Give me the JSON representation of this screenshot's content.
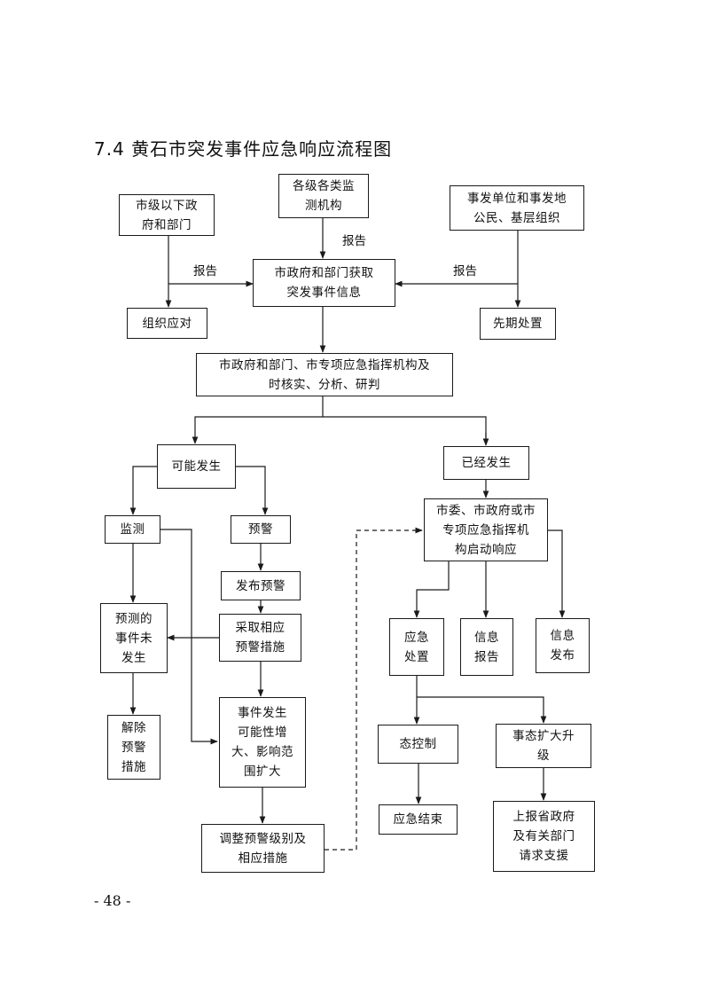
{
  "title": "7.4 黄石市突发事件应急响应流程图",
  "page_number": "- 48 -",
  "nodes": {
    "city_below": [
      "市级以下政",
      "府和部门"
    ],
    "monitor_agencies": [
      "各级各类监",
      "测机构"
    ],
    "incident_units": [
      "事发单位和事发地",
      "公民、基层组织"
    ],
    "org_response": [
      "组织应对"
    ],
    "info_acquire": [
      "市政府和部门获取",
      "突发事件信息"
    ],
    "early_disposal": [
      "先期处置"
    ],
    "verify_analyze": [
      "市政府和部门、市专项应急指挥机构及",
      "时核实、分析、研判"
    ],
    "may_occur": [
      "可能发生"
    ],
    "occurred": [
      "已经发生"
    ],
    "monitoring": [
      "监测"
    ],
    "early_warning": [
      "预警"
    ],
    "start_response": [
      "市委、市政府或市",
      "专项应急指挥机",
      "构启动响应"
    ],
    "publish_warning": [
      "发布预警"
    ],
    "predicted_not_occur": [
      "预测的",
      "事件未",
      "发生"
    ],
    "take_measures": [
      "采取相应",
      "预警措施"
    ],
    "emergency_disposal": [
      "应急",
      "处置"
    ],
    "info_report": [
      "信息",
      "报告"
    ],
    "info_release": [
      "信息",
      "发布"
    ],
    "lift_warning": [
      "解除",
      "预警",
      "措施"
    ],
    "possibility_increase": [
      "事件发生",
      "可能性增",
      "大、影响范",
      "围扩大"
    ],
    "situation_control": [
      "态控制"
    ],
    "situation_escalate": [
      "事态扩大升",
      "级"
    ],
    "adjust_level": [
      "调整预警级别及",
      "相应措施"
    ],
    "emergency_end": [
      "应急结束"
    ],
    "report_province": [
      "上报省政府",
      "及有关部门",
      "请求支援"
    ]
  },
  "edge_labels": {
    "report_left": "报告",
    "report_top": "报告",
    "report_right": "报告"
  }
}
